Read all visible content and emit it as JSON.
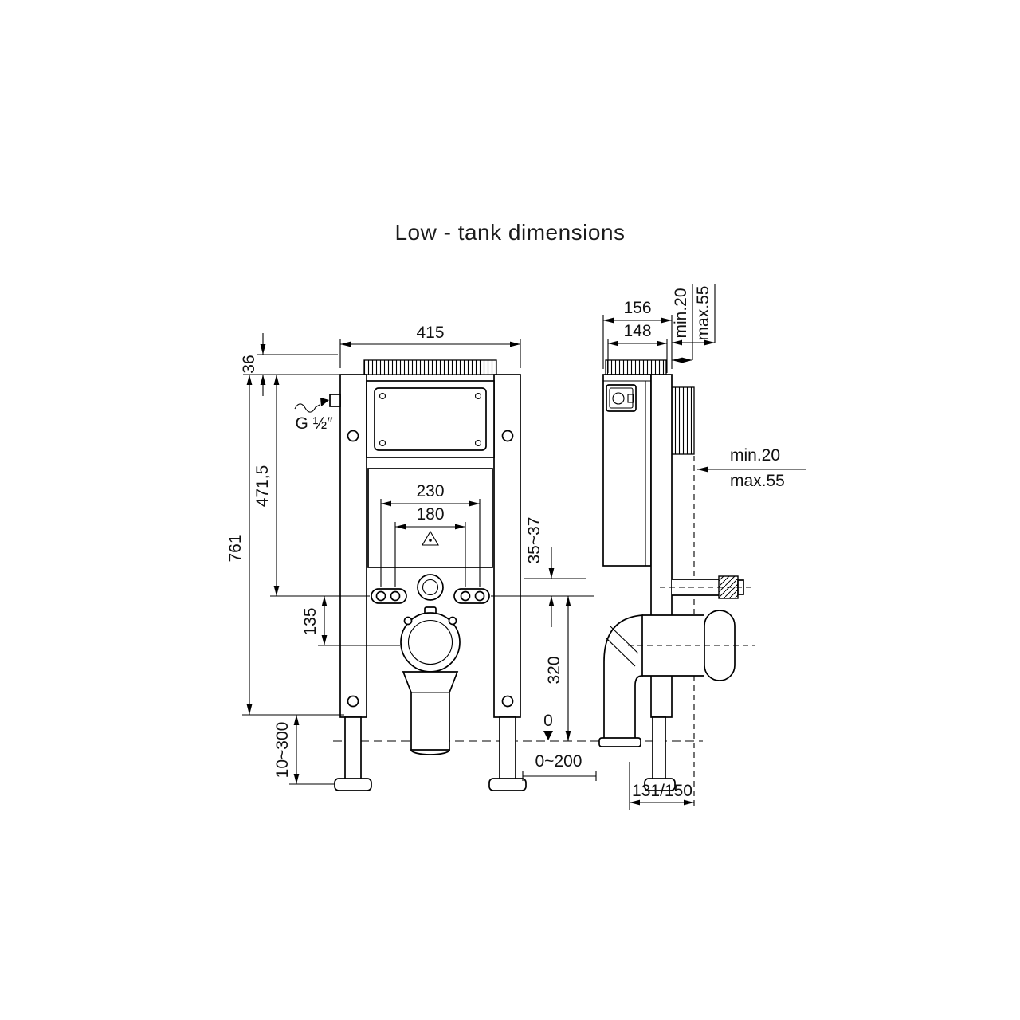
{
  "page": {
    "title": "Low - tank dimensions"
  },
  "front": {
    "width_overall": "415",
    "top_offset": "36",
    "inlet_thread": "G ½″",
    "height_to_fixings": "471,5",
    "frame_height": "761",
    "fixing_spacing_outer": "230",
    "fixing_spacing_inner": "180",
    "fixing_to_outlet": "135",
    "leg_adjustment": "10~300",
    "floor_buildup": "0~200",
    "mount_gap": "35~37",
    "outlet_height": "320",
    "floor_reference": "0"
  },
  "side": {
    "depth_overall": "156",
    "depth_frame": "148",
    "top_gap_min": "min.20",
    "top_gap_max": "max.55",
    "wall_gap_min": "min.20",
    "wall_gap_max": "max.55",
    "outlet_wall_distance": "131/150"
  }
}
